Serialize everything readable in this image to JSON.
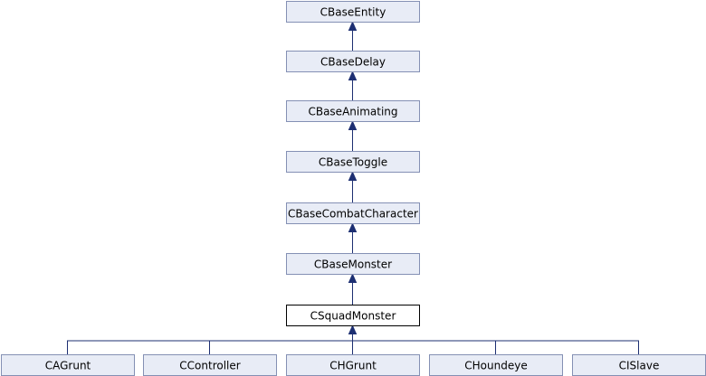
{
  "diagram": {
    "nodes": [
      {
        "id": "n1",
        "label": "CBaseEntity",
        "current": false
      },
      {
        "id": "n2",
        "label": "CBaseDelay",
        "current": false
      },
      {
        "id": "n3",
        "label": "CBaseAnimating",
        "current": false
      },
      {
        "id": "n4",
        "label": "CBaseToggle",
        "current": false
      },
      {
        "id": "n5",
        "label": "CBaseCombatCharacter",
        "current": false
      },
      {
        "id": "n6",
        "label": "CBaseMonster",
        "current": false
      },
      {
        "id": "n7",
        "label": "CSquadMonster",
        "current": true
      },
      {
        "id": "n8",
        "label": "CAGrunt",
        "current": false
      },
      {
        "id": "n9",
        "label": "CController",
        "current": false
      },
      {
        "id": "n10",
        "label": "CHGrunt",
        "current": false
      },
      {
        "id": "n11",
        "label": "CHoundeye",
        "current": false
      },
      {
        "id": "n12",
        "label": "CISlave",
        "current": false
      }
    ],
    "edges": [
      {
        "from": "n2",
        "to": "n1"
      },
      {
        "from": "n3",
        "to": "n2"
      },
      {
        "from": "n4",
        "to": "n3"
      },
      {
        "from": "n5",
        "to": "n4"
      },
      {
        "from": "n6",
        "to": "n5"
      },
      {
        "from": "n7",
        "to": "n6"
      },
      {
        "from": "n8",
        "to": "n7"
      },
      {
        "from": "n9",
        "to": "n7"
      },
      {
        "from": "n10",
        "to": "n7"
      },
      {
        "from": "n11",
        "to": "n7"
      },
      {
        "from": "n12",
        "to": "n7"
      }
    ]
  }
}
